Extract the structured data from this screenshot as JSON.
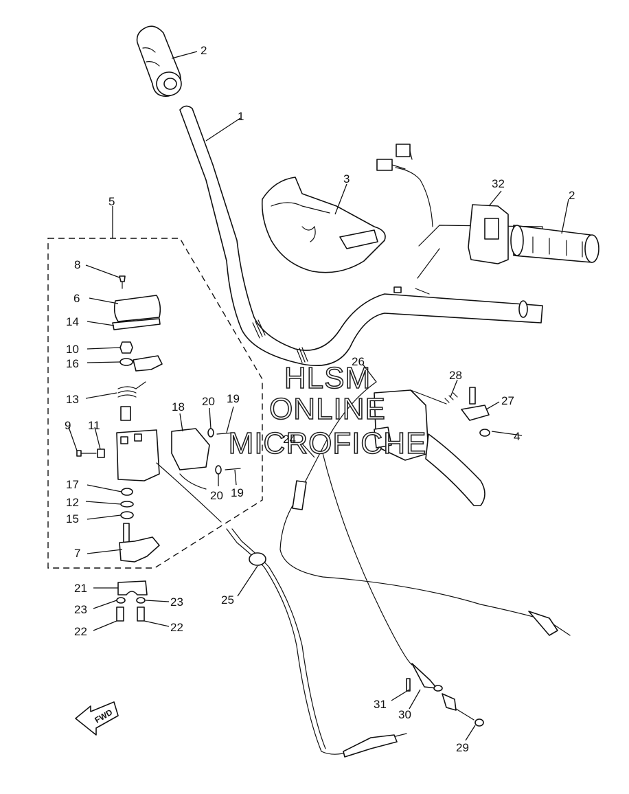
{
  "watermark": {
    "lines": [
      "HLSM",
      "ONLINE",
      "MICROFICHE"
    ]
  },
  "fwd_label": "FWD",
  "callouts": {
    "c1": "1",
    "c2a": "2",
    "c2b": "2",
    "c3": "3",
    "c4": "4",
    "c5": "5",
    "c6": "6",
    "c7": "7",
    "c8": "8",
    "c9": "9",
    "c10": "10",
    "c11": "11",
    "c12": "12",
    "c13": "13",
    "c14": "14",
    "c15": "15",
    "c16": "16",
    "c17": "17",
    "c18": "18",
    "c19a": "19",
    "c19b": "19",
    "c20a": "20",
    "c20b": "20",
    "c21": "21",
    "c22a": "22",
    "c22b": "22",
    "c23a": "23",
    "c23b": "23",
    "c24": "24",
    "c25": "25",
    "c26": "26",
    "c27": "27",
    "c28": "28",
    "c29": "29",
    "c30": "30",
    "c31": "31",
    "c32": "32"
  }
}
